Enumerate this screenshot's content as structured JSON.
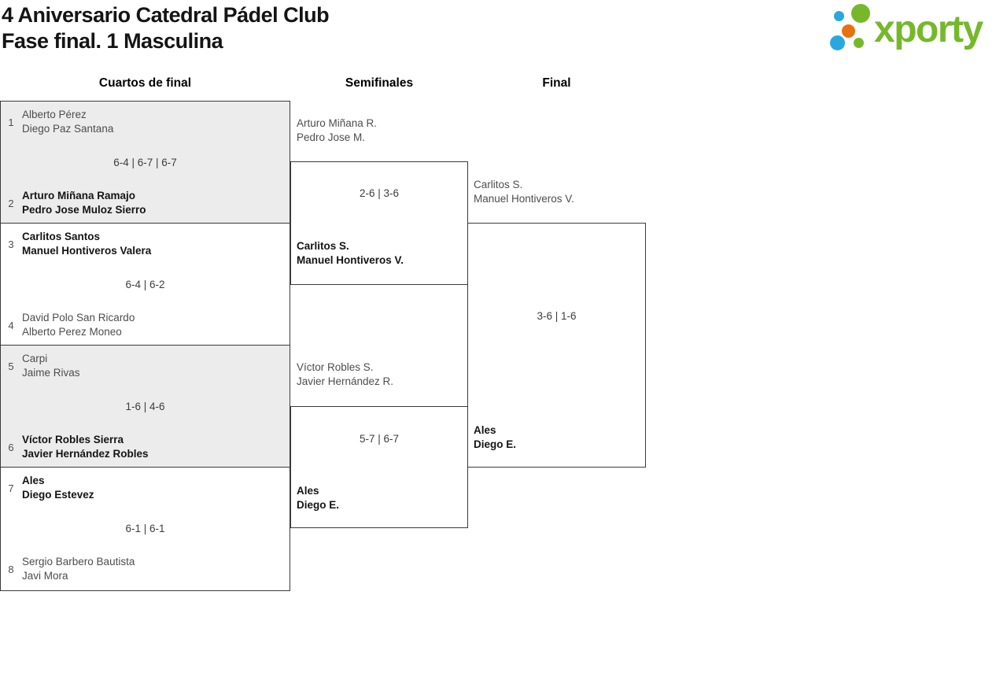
{
  "header": {
    "title_line1": "4 Aniversario Catedral Pádel Club",
    "title_line2": "Fase final. 1 Masculina",
    "logo_text": "xporty",
    "logo_colors": {
      "green": "#76b82a",
      "blue": "#29a8e0",
      "orange": "#e87210"
    }
  },
  "columns": {
    "quarterfinals": "Cuartos de final",
    "semifinals": "Semifinales",
    "final": "Final"
  },
  "bracket": {
    "quarterfinals": [
      {
        "seed_a": "1",
        "team_a": {
          "p1": "Alberto Pérez",
          "p2": "Diego Paz Santana"
        },
        "score": "6-4 | 6-7 | 6-7",
        "seed_b": "2",
        "team_b": {
          "p1": "Arturo Miñana Ramajo",
          "p2": "Pedro Jose Muloz Sierro"
        },
        "winner": "b"
      },
      {
        "seed_a": "3",
        "team_a": {
          "p1": "Carlitos Santos",
          "p2": "Manuel Hontiveros Valera"
        },
        "score": "6-4 | 6-2",
        "seed_b": "4",
        "team_b": {
          "p1": "David Polo San Ricardo",
          "p2": "Alberto Perez Moneo"
        },
        "winner": "a"
      },
      {
        "seed_a": "5",
        "team_a": {
          "p1": "Carpi",
          "p2": "Jaime Rivas"
        },
        "score": "1-6 | 4-6",
        "seed_b": "6",
        "team_b": {
          "p1": "Víctor Robles Sierra",
          "p2": "Javier Hernández Robles"
        },
        "winner": "b"
      },
      {
        "seed_a": "7",
        "team_a": {
          "p1": "Ales",
          "p2": "Diego Estevez"
        },
        "score": "6-1 | 6-1",
        "seed_b": "8",
        "team_b": {
          "p1": "Sergio Barbero Bautista",
          "p2": "Javi Mora"
        },
        "winner": "a"
      }
    ],
    "semifinals": [
      {
        "team_a": {
          "p1": "Arturo Miñana R.",
          "p2": "Pedro Jose M."
        },
        "score": "2-6 | 3-6",
        "team_b": {
          "p1": "Carlitos S.",
          "p2": "Manuel Hontiveros V."
        },
        "winner": "b"
      },
      {
        "team_a": {
          "p1": "Víctor Robles S.",
          "p2": "Javier Hernández R."
        },
        "score": "5-7 | 6-7",
        "team_b": {
          "p1": "Ales",
          "p2": "Diego E."
        },
        "winner": "b"
      }
    ],
    "final": {
      "team_a": {
        "p1": "Carlitos S.",
        "p2": "Manuel Hontiveros V."
      },
      "score": "3-6 | 1-6",
      "team_b": {
        "p1": "Ales",
        "p2": "Diego E."
      },
      "winner": "b"
    }
  }
}
